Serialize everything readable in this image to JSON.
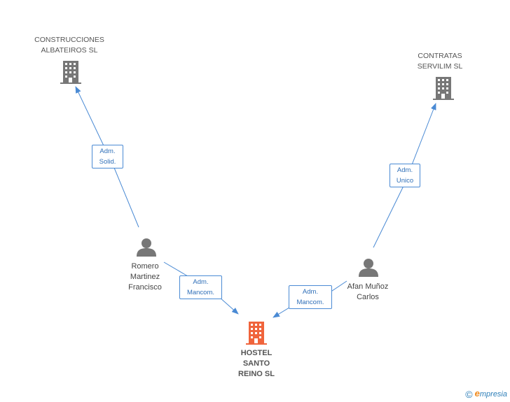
{
  "nodes": {
    "construcciones": {
      "label": "CONSTRUCCIONES\nALBATEIROS SL",
      "type": "company",
      "icon": "building-icon",
      "color": "#777777"
    },
    "contratas": {
      "label": "CONTRATAS\nSERVILIM SL",
      "type": "company",
      "icon": "building-icon",
      "color": "#777777"
    },
    "romero": {
      "label": "Romero\nMartinez\nFrancisco",
      "type": "person",
      "icon": "person-icon",
      "color": "#777777"
    },
    "afan": {
      "label": "Afan Muñoz\nCarlos",
      "type": "person",
      "icon": "person-icon",
      "color": "#777777"
    },
    "hostel": {
      "label": "HOSTEL\nSANTO\nREINO SL",
      "type": "company",
      "icon": "building-icon",
      "color": "#f0643c"
    }
  },
  "edges": [
    {
      "from": "romero",
      "to": "construcciones",
      "label": "Adm.\nSolid."
    },
    {
      "from": "afan",
      "to": "contratas",
      "label": "Adm.\nUnico"
    },
    {
      "from": "romero",
      "to": "hostel",
      "label": "Adm.\nMancom."
    },
    {
      "from": "afan",
      "to": "hostel",
      "label": "Adm.\nMancom."
    }
  ],
  "colors": {
    "edge": "#4a8ad4",
    "icon": "#777777",
    "focus": "#f0643c"
  },
  "footer": {
    "copyright": "©",
    "brand_first": "e",
    "brand_rest": "mpresia"
  }
}
